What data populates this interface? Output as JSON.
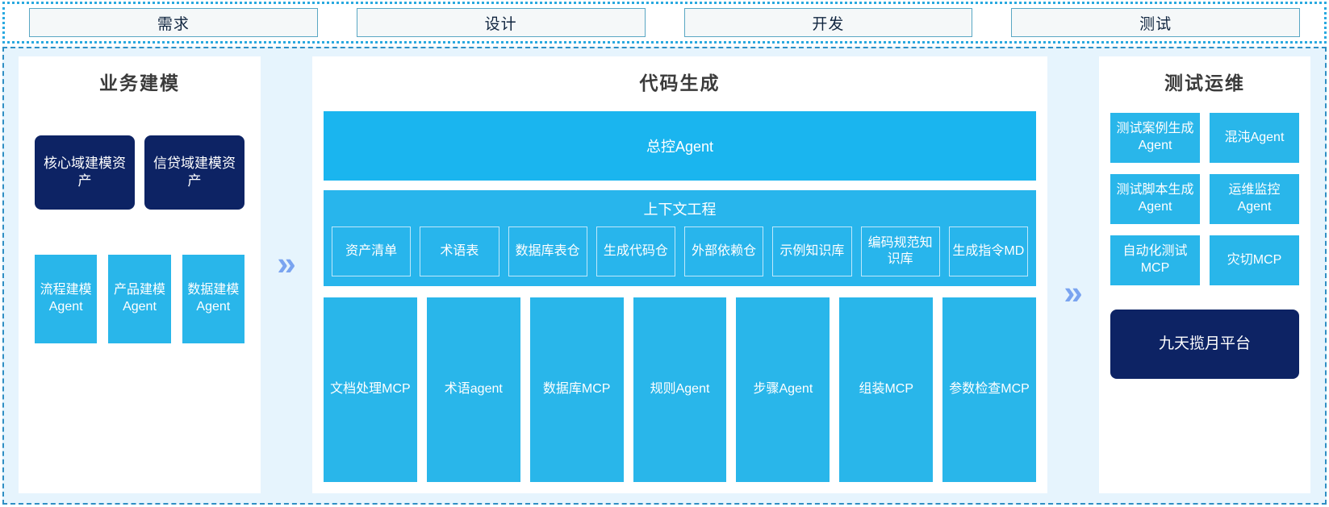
{
  "phases": {
    "items": [
      {
        "label": "需求"
      },
      {
        "label": "设计"
      },
      {
        "label": "开发"
      },
      {
        "label": "测试"
      }
    ]
  },
  "separators": {
    "chevron_glyph": "»",
    "chevron_color": "#7aa4f0"
  },
  "colors": {
    "cyan": "#29b6ea",
    "navy": "#0d2364",
    "panel_bg": "#ffffff",
    "region_bg": "#e6f4fd",
    "region_border": "#2f8fc4",
    "strip_border": "#29a9e0"
  },
  "left_panel": {
    "title": "业务建模",
    "assets": [
      {
        "label": "核心域建模资产"
      },
      {
        "label": "信贷域建模资产"
      }
    ],
    "agents": [
      {
        "label": "流程建模Agent"
      },
      {
        "label": "产品建模Agent"
      },
      {
        "label": "数据建模Agent"
      }
    ]
  },
  "mid_panel": {
    "title": "代码生成",
    "master_agent": "总控Agent",
    "context": {
      "title": "上下文工程",
      "cells": [
        {
          "label": "资产清单"
        },
        {
          "label": "术语表"
        },
        {
          "label": "数据库表仓"
        },
        {
          "label": "生成代码仓"
        },
        {
          "label": "外部依赖仓"
        },
        {
          "label": "示例知识库"
        },
        {
          "label": "编码规范知识库"
        },
        {
          "label": "生成指令MD"
        }
      ]
    },
    "tools": [
      {
        "label": "文档处理MCP"
      },
      {
        "label": "术语agent"
      },
      {
        "label": "数据库MCP"
      },
      {
        "label": "规则Agent"
      },
      {
        "label": "步骤Agent"
      },
      {
        "label": "组装MCP"
      },
      {
        "label": "参数检查MCP"
      }
    ]
  },
  "right_panel": {
    "title": "测试运维",
    "items": [
      {
        "label": "测试案例生成Agent"
      },
      {
        "label": "混沌Agent"
      },
      {
        "label": "测试脚本生成Agent"
      },
      {
        "label": "运维监控Agent"
      },
      {
        "label": "自动化测试MCP"
      },
      {
        "label": "灾切MCP"
      }
    ],
    "platform": "九天揽月平台"
  }
}
